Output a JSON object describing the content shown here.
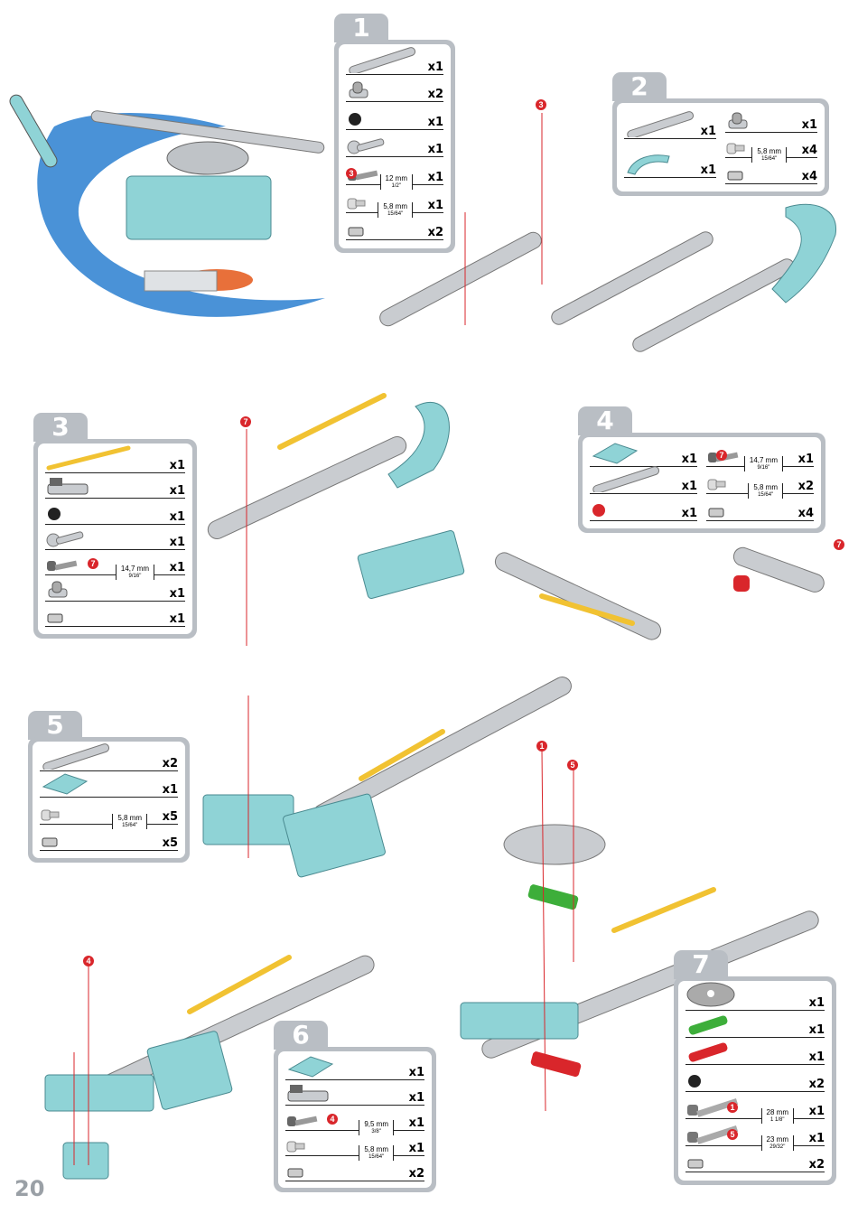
{
  "page_number": "20",
  "colors": {
    "tab": "#b9bec4",
    "metal": "#c9ccd0",
    "blue": "#8fd3d6",
    "yellow": "#f1c232",
    "red": "#d9262b",
    "green": "#3dae3a"
  },
  "steps": [
    {
      "number": "1",
      "columns": [
        [
          {
            "part": "strip",
            "qty": "x1"
          },
          {
            "part": "bracket",
            "qty": "x2"
          },
          {
            "part": "spacer",
            "qty": "x1"
          },
          {
            "part": "washer-bracket",
            "qty": "x1"
          },
          {
            "part": "screw",
            "qty": "x1",
            "ref": "3",
            "mm": "12 mm",
            "inch": "1/2\""
          },
          {
            "part": "short-screw",
            "qty": "x1",
            "mm": "5,8 mm",
            "inch": "15/64\""
          },
          {
            "part": "nut",
            "qty": "x2"
          }
        ]
      ]
    },
    {
      "number": "2",
      "columns": [
        [
          {
            "part": "strip",
            "qty": "x1"
          },
          {
            "part": "curved",
            "qty": "x1"
          }
        ],
        [
          {
            "part": "bracket",
            "qty": "x1"
          },
          {
            "part": "short-screw",
            "qty": "x4",
            "mm": "5,8 mm",
            "inch": "15/64\""
          },
          {
            "part": "nut",
            "qty": "x4"
          }
        ]
      ]
    },
    {
      "number": "3",
      "columns": [
        [
          {
            "part": "rod",
            "qty": "x1"
          },
          {
            "part": "double-bracket",
            "qty": "x1"
          },
          {
            "part": "spacer",
            "qty": "x1"
          },
          {
            "part": "washer-bracket",
            "qty": "x1"
          },
          {
            "part": "screw",
            "qty": "x1",
            "ref": "7",
            "mm": "14,7 mm",
            "inch": "9/16\""
          },
          {
            "part": "bracket",
            "qty": "x1"
          },
          {
            "part": "nut",
            "qty": "x1"
          }
        ]
      ]
    },
    {
      "number": "4",
      "columns": [
        [
          {
            "part": "plate",
            "qty": "x1"
          },
          {
            "part": "strip",
            "qty": "x1"
          },
          {
            "part": "red-spacer",
            "qty": "x1"
          }
        ],
        [
          {
            "part": "screw",
            "qty": "x1",
            "ref": "7",
            "mm": "14,7 mm",
            "inch": "9/16\""
          },
          {
            "part": "short-screw",
            "qty": "x2",
            "mm": "5,8 mm",
            "inch": "15/64\""
          },
          {
            "part": "nut",
            "qty": "x4"
          }
        ]
      ]
    },
    {
      "number": "5",
      "columns": [
        [
          {
            "part": "strip",
            "qty": "x2"
          },
          {
            "part": "plate",
            "qty": "x1"
          },
          {
            "part": "short-screw",
            "qty": "x5",
            "mm": "5,8 mm",
            "inch": "15/64\""
          },
          {
            "part": "nut",
            "qty": "x5"
          }
        ]
      ]
    },
    {
      "number": "6",
      "columns": [
        [
          {
            "part": "plate",
            "qty": "x1"
          },
          {
            "part": "double-bracket",
            "qty": "x1"
          },
          {
            "part": "screw",
            "qty": "x1",
            "ref": "4",
            "mm": "9,5 mm",
            "inch": "3/8\""
          },
          {
            "part": "short-screw",
            "qty": "x1",
            "mm": "5,8 mm",
            "inch": "15/64\""
          },
          {
            "part": "nut",
            "qty": "x2"
          }
        ]
      ]
    },
    {
      "number": "7",
      "columns": [
        [
          {
            "part": "wheel",
            "qty": "x1"
          },
          {
            "part": "green-strip",
            "qty": "x1"
          },
          {
            "part": "red-strip",
            "qty": "x1"
          },
          {
            "part": "spacer",
            "qty": "x2"
          },
          {
            "part": "long-screw",
            "qty": "x1",
            "ref": "1",
            "mm": "28 mm",
            "inch": "1 1/8\""
          },
          {
            "part": "long-screw",
            "qty": "x1",
            "ref": "5",
            "mm": "23 mm",
            "inch": "29/32\""
          },
          {
            "part": "nut",
            "qty": "x2"
          }
        ]
      ]
    }
  ],
  "callouts": [
    "3",
    "7",
    "7",
    "1",
    "5",
    "4"
  ]
}
